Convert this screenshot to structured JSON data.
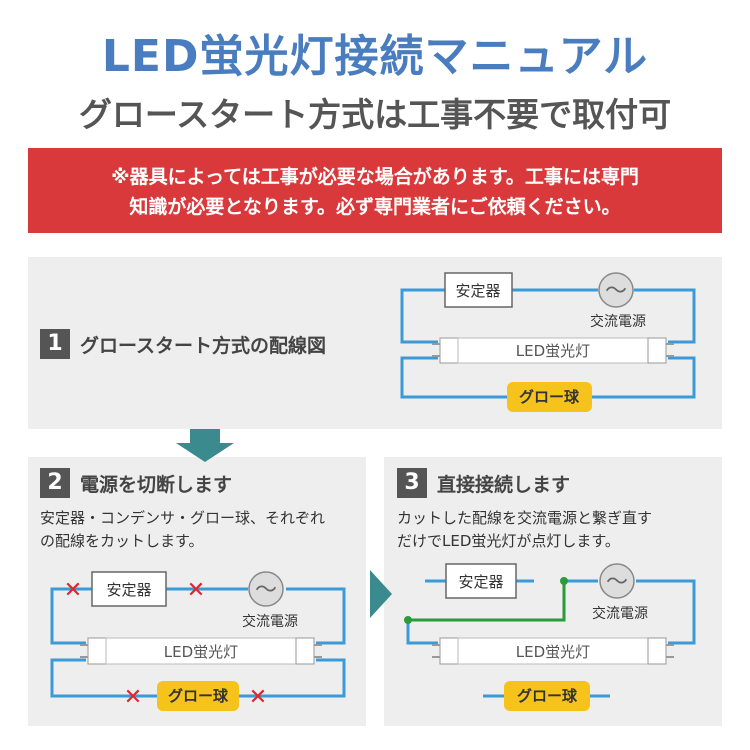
{
  "header": {
    "title": "LED蛍光灯接続マニュアル",
    "subtitle": "グロースタート方式は工事不要で取付可"
  },
  "notice": {
    "line1": "※器具によっては工事が必要な場合があります。工事には専門",
    "line2": "知識が必要となります。必ず専門業者にご依頼ください。"
  },
  "steps": [
    {
      "number": "1",
      "label": "グロースタート方式の配線図"
    },
    {
      "number": "2",
      "label": "電源を切断します",
      "desc_line1": "安定器・コンデンサ・グロー球、それぞれ",
      "desc_line2": "の配線をカットします。"
    },
    {
      "number": "3",
      "label": "直接接続します",
      "desc_line1": "カットした配線を交流電源と繋ぎ直す",
      "desc_line2": "だけでLED蛍光灯が点灯します。"
    }
  ],
  "components": {
    "ballast": "安定器",
    "ac_power": "交流電源",
    "led_tube": "LED蛍光灯",
    "glow_starter": "グロー球",
    "ac_symbol": "〜",
    "cut_mark": "✕"
  },
  "colors": {
    "title_blue": "#4a7dbf",
    "notice_red": "#d9393b",
    "wire_blue": "#3b9bd6",
    "new_wire_green": "#2a9a3a",
    "cut_red": "#e0262c",
    "arrow_teal": "#3a8a8e",
    "glow_yellow": "#f6c21c"
  }
}
